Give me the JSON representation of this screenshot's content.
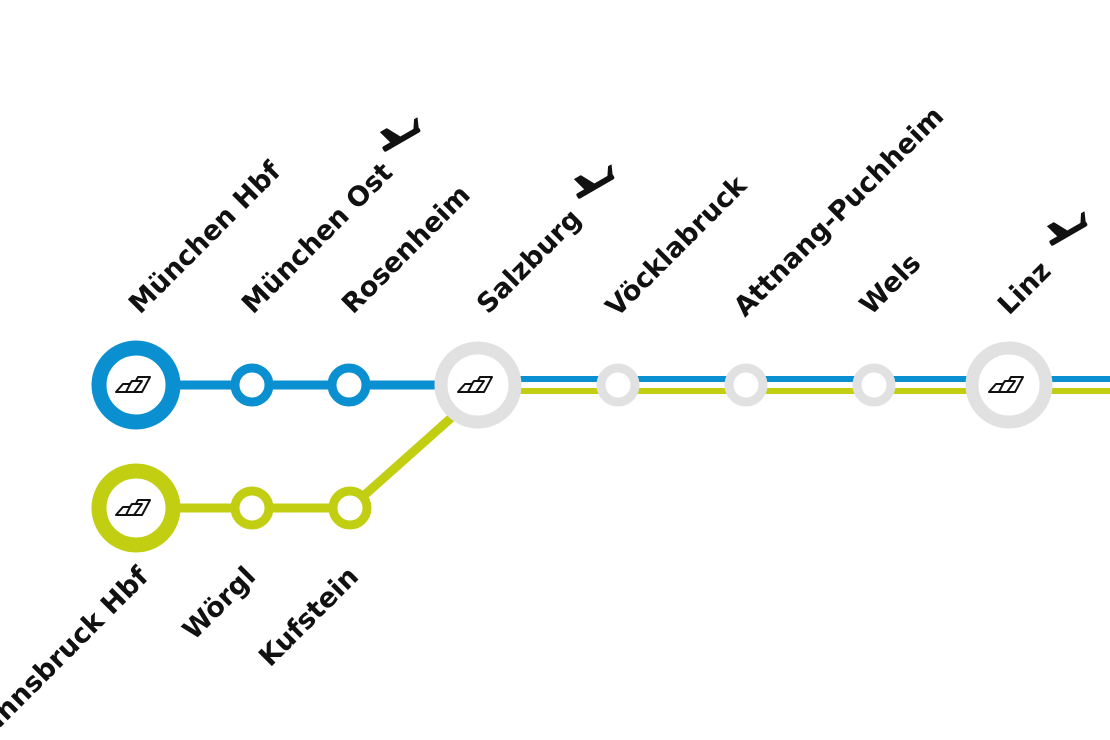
{
  "colors": {
    "line_blue": "#0a8fd0",
    "line_green": "#c2ce12",
    "shared_station": "#e1e1e1",
    "text": "#111111",
    "background": "#ffffff"
  },
  "lines": [
    {
      "id": "blue-line",
      "color": "#0a8fd0"
    },
    {
      "id": "green-line",
      "color": "#c2ce12"
    }
  ],
  "stations": [
    {
      "id": "muenchen-hbf",
      "name": "München Hbf",
      "line": "blue",
      "type": "terminus",
      "icon": "building-icon",
      "airport": false
    },
    {
      "id": "muenchen-ost",
      "name": "München Ost",
      "line": "blue",
      "type": "stop",
      "airport": true
    },
    {
      "id": "rosenheim",
      "name": "Rosenheim",
      "line": "blue",
      "type": "stop",
      "airport": false
    },
    {
      "id": "salzburg",
      "name": "Salzburg",
      "line": "shared",
      "type": "hub",
      "icon": "building-icon",
      "airport": true
    },
    {
      "id": "voecklabruck",
      "name": "Vöcklabruck",
      "line": "shared",
      "type": "stop",
      "airport": false
    },
    {
      "id": "attnang-puchheim",
      "name": "Attnang-Puchheim",
      "line": "shared",
      "type": "stop",
      "airport": false
    },
    {
      "id": "wels",
      "name": "Wels",
      "line": "shared",
      "type": "stop",
      "airport": false
    },
    {
      "id": "linz",
      "name": "Linz",
      "line": "shared",
      "type": "hub",
      "icon": "building-icon",
      "airport": true
    },
    {
      "id": "innsbruck-hbf",
      "name": "Innsbruck Hbf",
      "line": "green",
      "type": "terminus",
      "icon": "building-icon",
      "airport": false
    },
    {
      "id": "woergl",
      "name": "Wörgl",
      "line": "green",
      "type": "stop",
      "airport": false
    },
    {
      "id": "kufstein",
      "name": "Kufstein",
      "line": "green",
      "type": "stop",
      "airport": false
    }
  ]
}
